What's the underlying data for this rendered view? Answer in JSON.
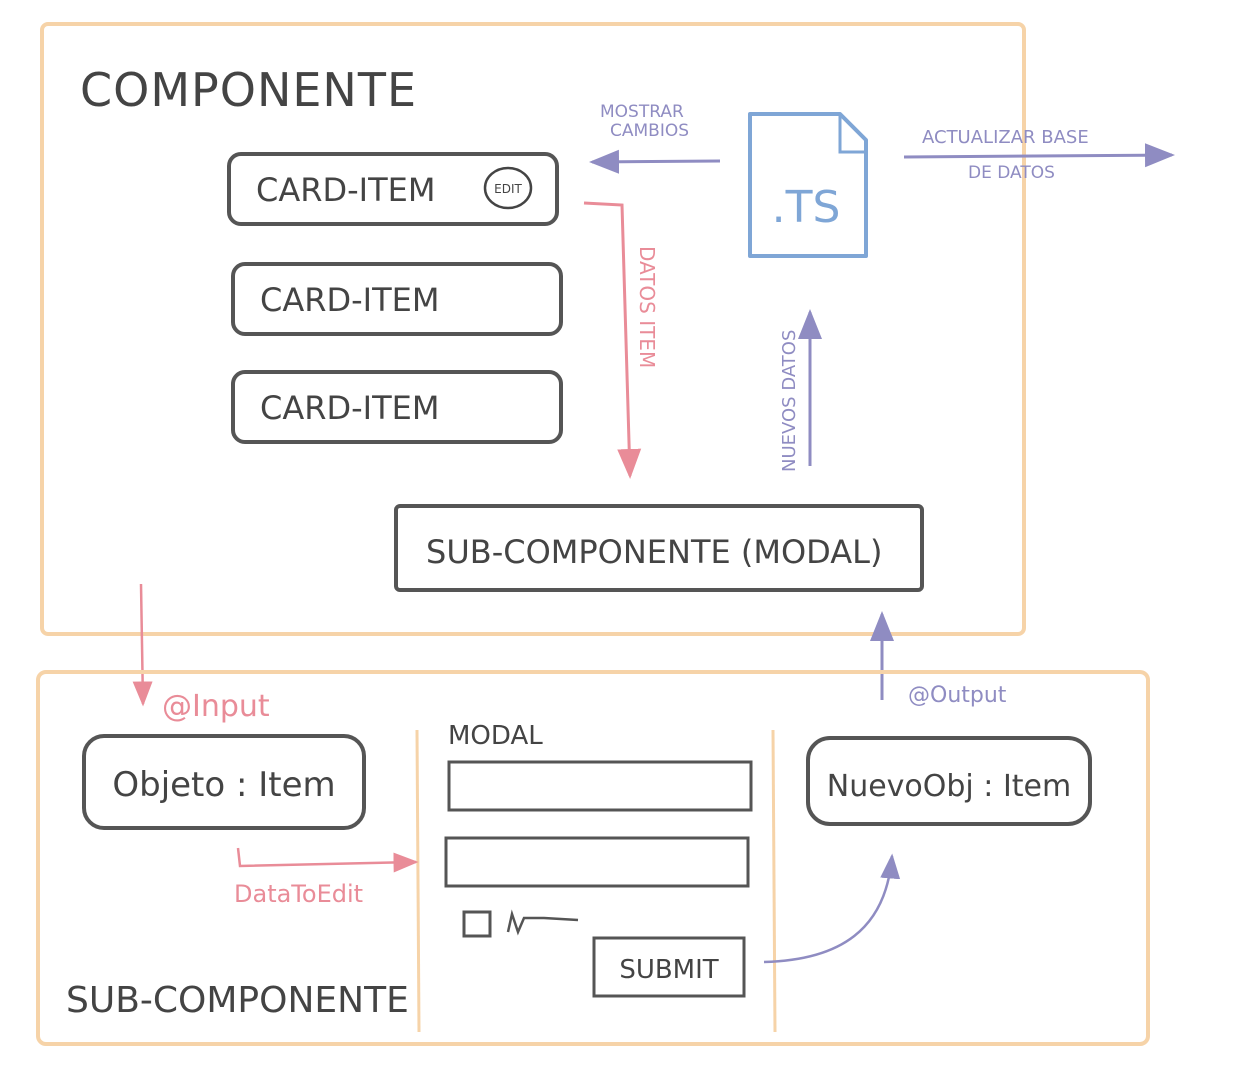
{
  "title": "COMPONENTE",
  "cards": [
    {
      "label": "CARD-ITEM",
      "edit": "EDIT"
    },
    {
      "label": "CARD-ITEM"
    },
    {
      "label": "CARD-ITEM"
    }
  ],
  "ts_file": ".TS",
  "labels": {
    "mostrar_line1": "MOSTRAR",
    "mostrar_line2": "CAMBIOS",
    "actualizar_line1": "ACTUALIZAR BASE",
    "actualizar_line2": "DE DATOS",
    "datos_item": "DATOS ITEM",
    "nuevos_datos": "NUEVOS DATOS",
    "input": "@Input",
    "output": "@Output",
    "data_to_edit": "DataToEdit"
  },
  "subcomponent_modal": "SUB-COMPONENTE (MODAL)",
  "sub": {
    "title": "SUB-COMPONENTE",
    "objeto": "Objeto : Item",
    "modal_title": "MODAL",
    "submit": "SUBMIT",
    "nuevo": "NuevoObj : Item"
  },
  "colors": {
    "frame": "#f6d3a8",
    "ink": "#444444",
    "blue": "#7fa6d6",
    "purple": "#8f8cc2",
    "red": "#e98c98"
  }
}
